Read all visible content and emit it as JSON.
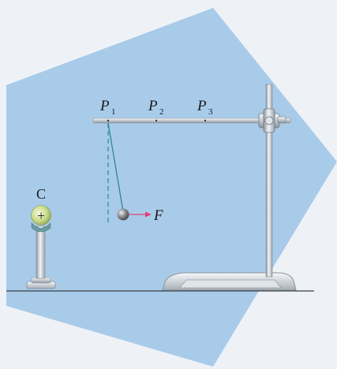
{
  "labels": {
    "p1_main": "P",
    "p1_sub": "1",
    "p2_main": "P",
    "p2_sub": "2",
    "p3_main": "P",
    "p3_sub": "3",
    "charge_name": "C",
    "charge_sign": "+",
    "force": "F"
  },
  "colors": {
    "background": "#eef2f7",
    "backdrop": "#a9cbea",
    "thread": "#2a8a8a",
    "force_arrow": "#e0407a",
    "charge_fill": "#c9dc8a",
    "metal": "#c8cfd6"
  }
}
